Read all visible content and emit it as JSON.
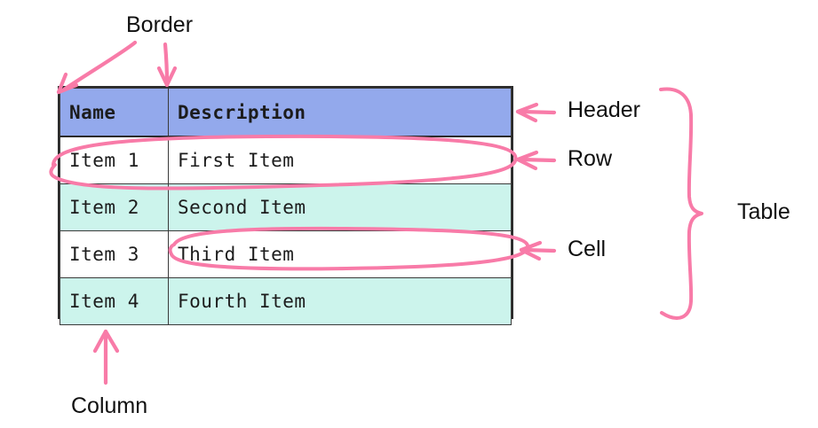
{
  "diagram": {
    "title_concept": "HTML table anatomy annotation diagram",
    "accent_color": "#f87ba8",
    "header_bg": "#93a9ec",
    "stripe_bg": "#ccf4ec",
    "border_color": "#2b2b2b",
    "text_color": "#101010"
  },
  "table": {
    "columns": [
      "Name",
      "Description"
    ],
    "rows": [
      {
        "name": "Item 1",
        "description": "First Item"
      },
      {
        "name": "Item 2",
        "description": "Second Item"
      },
      {
        "name": "Item 3",
        "description": "Third Item"
      },
      {
        "name": "Item 4",
        "description": "Fourth Item"
      }
    ]
  },
  "annotations": {
    "border": {
      "label": "Border",
      "marker": "two-arrows-down"
    },
    "header": {
      "label": "Header",
      "marker": "left-arrow"
    },
    "row": {
      "label": "Row",
      "marker": "left-arrow-with-ellipse"
    },
    "cell": {
      "label": "Cell",
      "marker": "left-arrow-with-ellipse"
    },
    "table": {
      "label": "Table",
      "marker": "curly-brace"
    },
    "column": {
      "label": "Column",
      "marker": "up-arrow"
    }
  }
}
